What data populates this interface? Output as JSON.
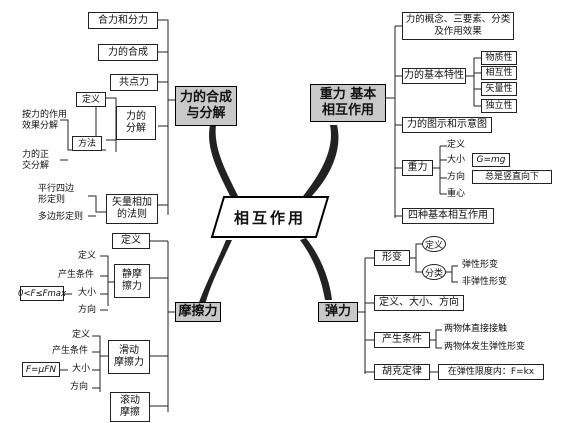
{
  "center": "相互作用",
  "hubs": {
    "synthesis": "力的合成\n与分解",
    "gravity": "重力  基本\n相互作用",
    "friction": "摩擦力",
    "elastic": "弹力"
  },
  "synthesis": {
    "n1": "合力和分力",
    "n2": "力的合成",
    "n3": "共点力",
    "n4": "力的\n分解",
    "n5": "矢量相加\n的法则",
    "def": "定义",
    "method": "方法",
    "effect": "按力的作用\n效果分解",
    "ortho": "力的正\n交分解",
    "parallel": "平行四边\n形定则",
    "polygon": "多边形定则"
  },
  "gravity": {
    "n1": "力的概念、三要素、分类\n及作用效果",
    "n2": "力的基本特性",
    "p1": "物质性",
    "p2": "相互性",
    "p3": "矢量性",
    "p4": "独立性",
    "n3": "力的图示和示意图",
    "n4": "重力",
    "g1": "定义",
    "g2": "大小",
    "g2v": "G=mg",
    "g3": "方向",
    "g3v": "总是竖直向下",
    "g4": "重心",
    "n5": "四种基本相互作用"
  },
  "friction": {
    "def": "定义",
    "static": "静摩\n擦力",
    "s1": "定义",
    "s2": "产生条件",
    "s3": "大小",
    "s4": "方向",
    "sv": "0<F≤Fmax",
    "sliding": "滑动\n摩擦力",
    "k1": "定义",
    "k2": "产生条件",
    "k3": "大小",
    "k4": "方向",
    "kv": "F=μFN",
    "rolling": "滚动\n摩擦"
  },
  "elastic": {
    "deform": "形变",
    "def": "定义",
    "cls": "分类",
    "c1": "弹性形变",
    "c2": "非弹性形变",
    "n2": "定义、大小、方向",
    "n3": "产生条件",
    "cond1": "两物体直接接触",
    "cond2": "两物体发生弹性形变",
    "n4": "胡克定律",
    "hooke": "在弹性限度内：F=kx"
  }
}
